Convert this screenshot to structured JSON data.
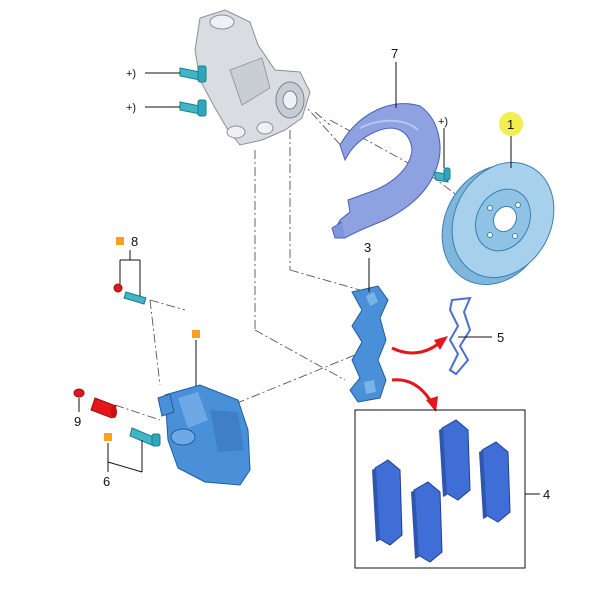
{
  "callouts": {
    "c1": "1",
    "c3": "3",
    "c4": "4",
    "c5": "5",
    "c6": "6",
    "c7": "7",
    "c8": "8",
    "c9": "9"
  },
  "markers": {
    "bolt_top": "+)",
    "bolt_mid": "+)",
    "bolt_shield": "+)"
  },
  "colors": {
    "part_blue": "#4a90d9",
    "disc_blue": "#8fc3e6",
    "pad_blue": "#3f6fd6",
    "shield_blue": "#7f96dc",
    "accent_red": "#e3161b",
    "note_orange": "#f7a21b",
    "highlight_yellow": "#f2ee4f"
  }
}
